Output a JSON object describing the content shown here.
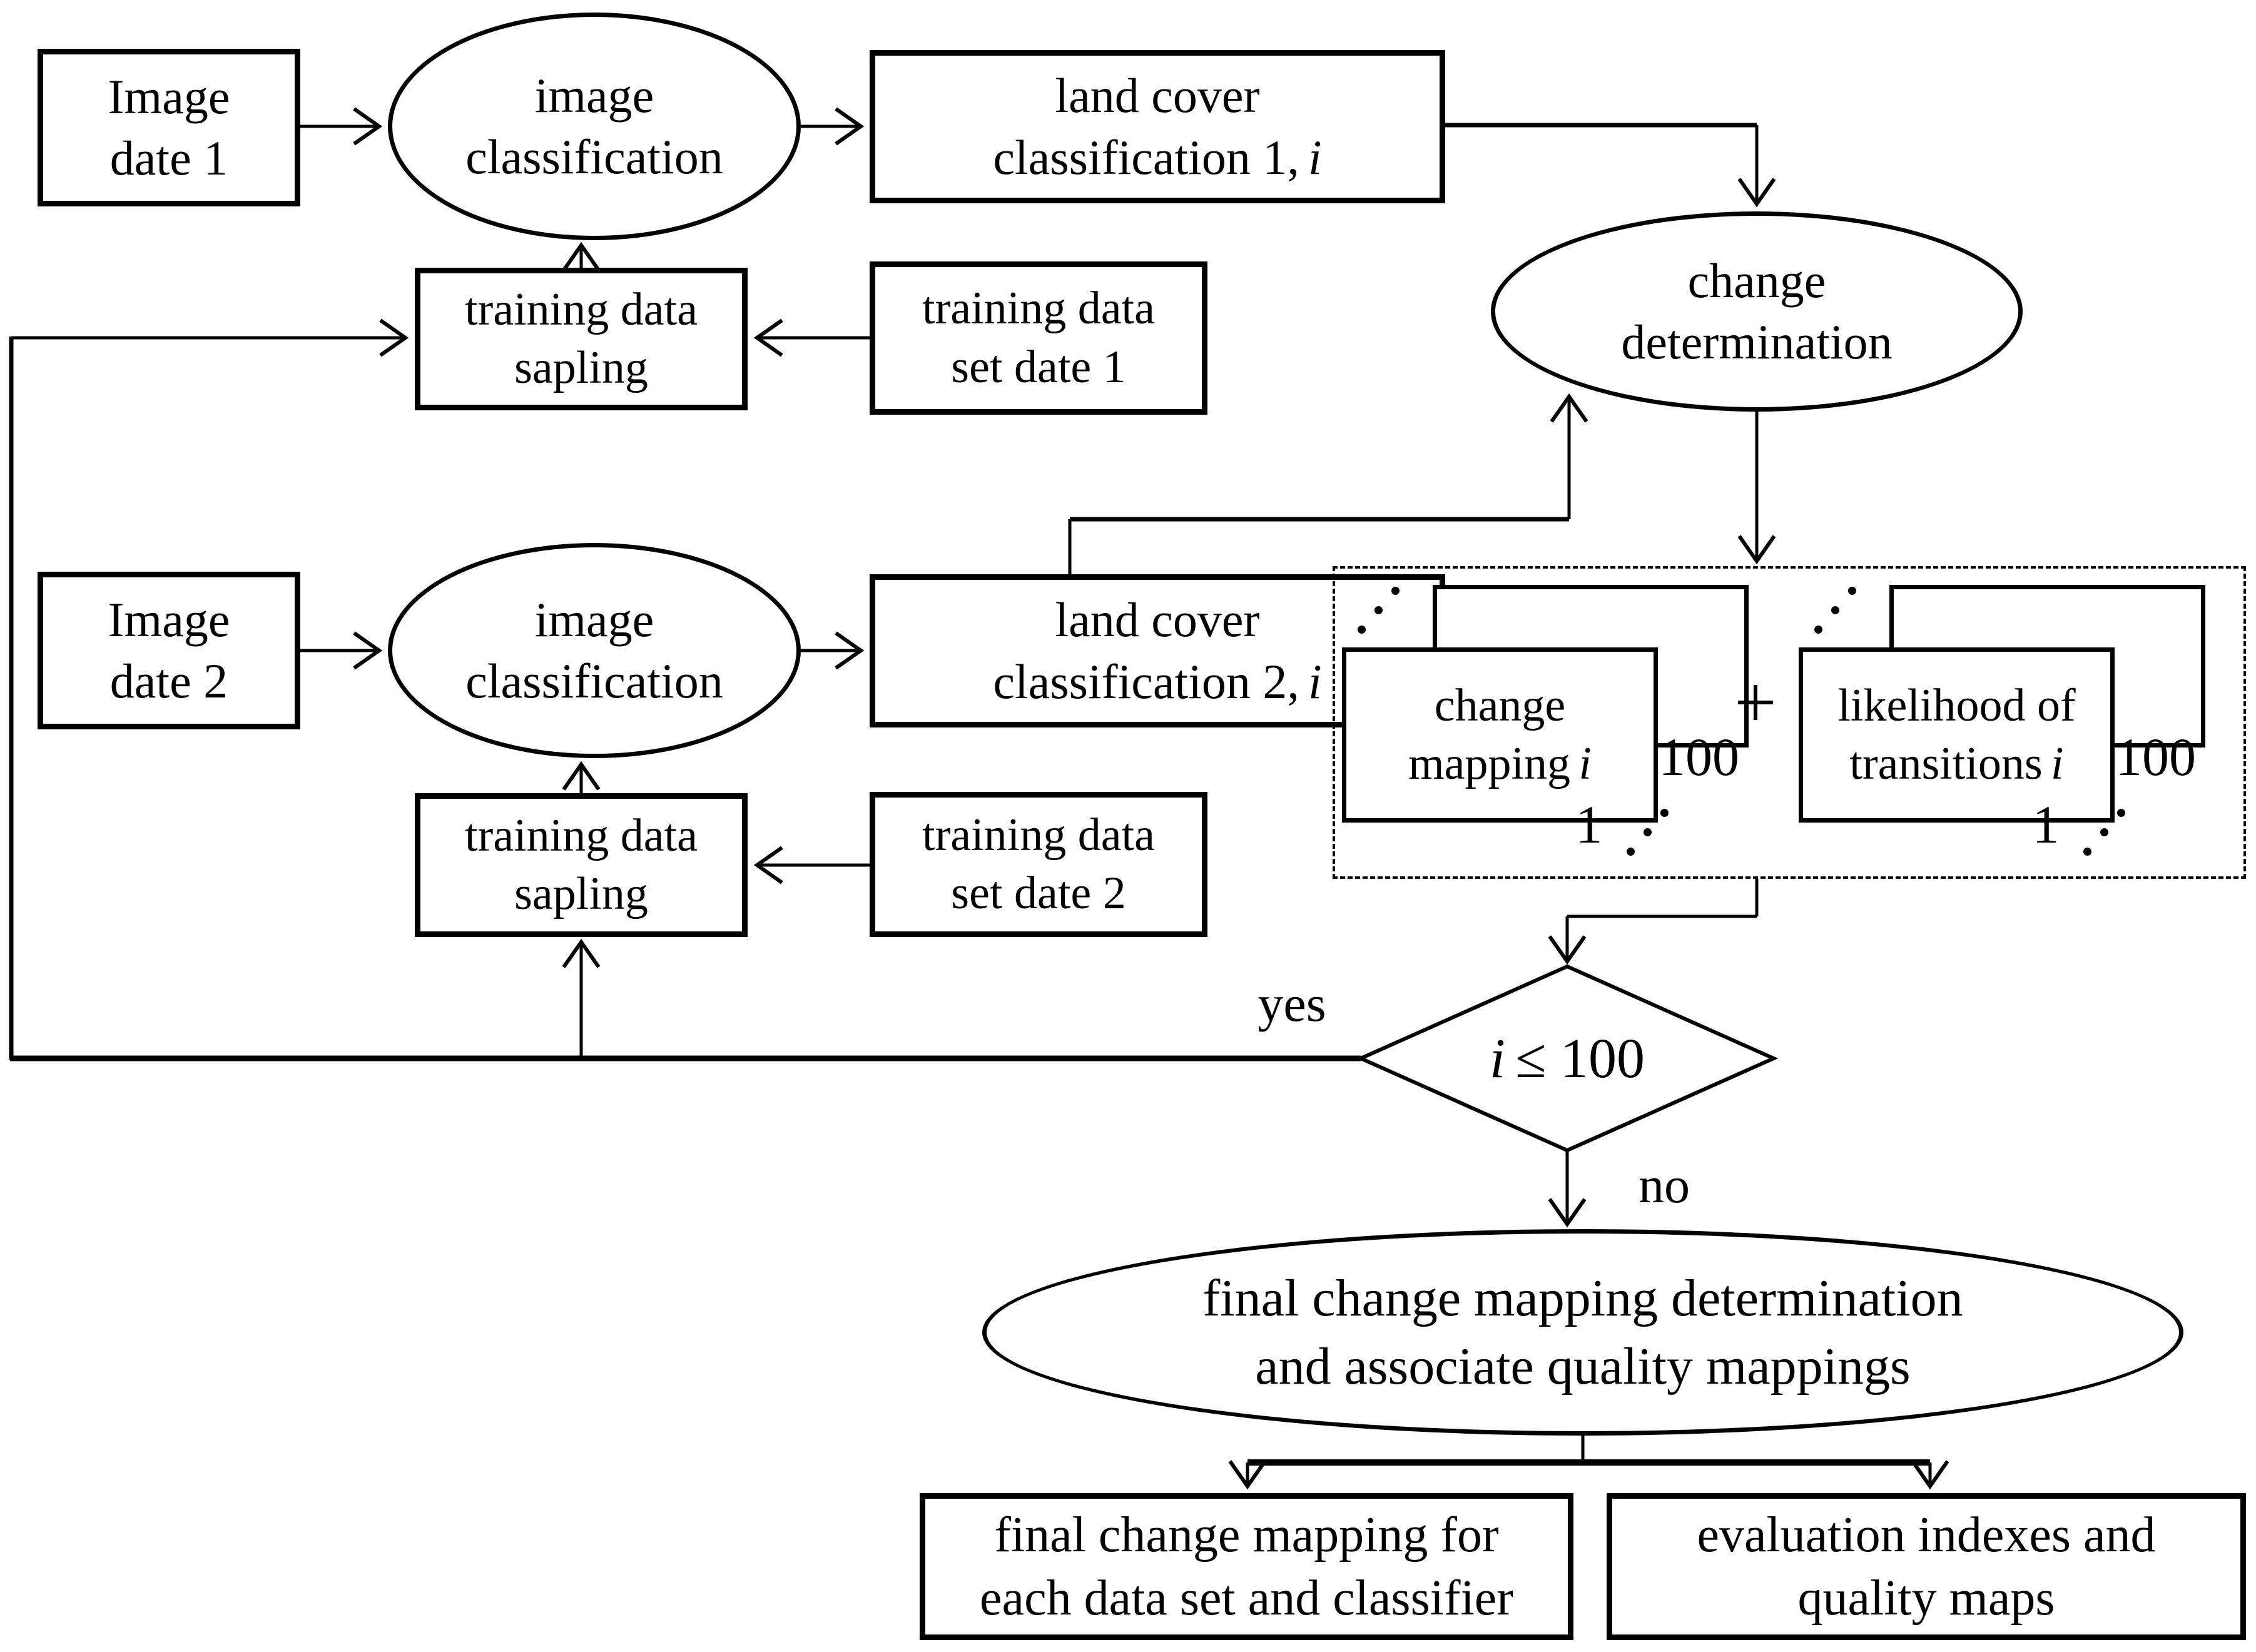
{
  "nodes": {
    "image_date_1": [
      "Image",
      "date 1"
    ],
    "image_classification_1": [
      "image",
      "classification"
    ],
    "land_cover_1": {
      "l1": "land cover",
      "l2": "classification 1,",
      "l2i": "i"
    },
    "training_sapling_1": [
      "training data",
      "sapling"
    ],
    "training_set_1": [
      "training data",
      "set date 1"
    ],
    "image_date_2": [
      "Image",
      "date 2"
    ],
    "image_classification_2": [
      "image",
      "classification"
    ],
    "land_cover_2": {
      "l1": "land cover",
      "l2": "classification 2,",
      "l2i": "i"
    },
    "training_sapling_2": [
      "training data",
      "sapling"
    ],
    "training_set_2": [
      "training data",
      "set date 2"
    ],
    "change_determination": [
      "change",
      "determination"
    ],
    "change_mapping": {
      "l1": "change",
      "l2": "mapping",
      "l2i": "i"
    },
    "likelihood_of_transitions": {
      "l1": "likelihood of",
      "l2": "transitions",
      "l2i": "i"
    },
    "decision": {
      "variable": "i",
      "condition": "≤ 100"
    },
    "final_determination": [
      "final change mapping determination",
      "and associate quality mappings"
    ],
    "final_change_mapping_output": [
      "final change mapping for",
      "each data set and classifier"
    ],
    "evaluation_output": [
      "evaluation indexes and",
      "quality maps"
    ]
  },
  "edge_labels": {
    "yes": "yes",
    "no": "no"
  },
  "stack_labels": {
    "plus": "+",
    "change_mapping_top": "100",
    "change_mapping_bottom": "1",
    "likelihood_top": "100",
    "likelihood_bottom": "1"
  }
}
